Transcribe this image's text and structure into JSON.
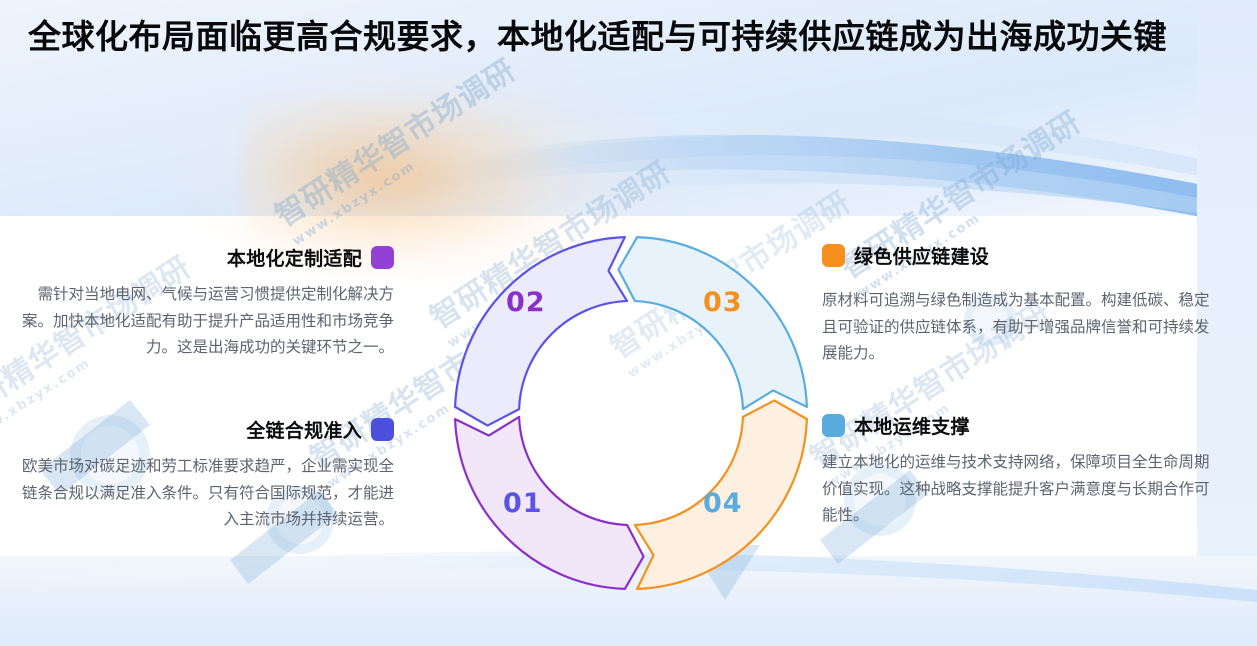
{
  "title": "全球化布局面临更高合规要求，本地化适配与可持续供应链成为出海成功关键",
  "watermark": {
    "cn": "智研精华智市场调研",
    "url": "www.xbzyx.com"
  },
  "colors": {
    "purple": "#9340D4",
    "indigo": "#5B52E8",
    "orange": "#F5901E",
    "blue": "#5BACDE",
    "title_text": "#08090b",
    "body_text": "#5d6470",
    "header_band": "#e4eefb"
  },
  "blocks": [
    {
      "id": "01",
      "title": "本地化定制适配",
      "body": "需针对当地电网、气候与运营习惯提供定制化解决方案。加快本地化适配有助于提升产品适用性和市场竞争力。这是出海成功的关键环节之一。",
      "swatch_color": "#9340D4",
      "align": "right"
    },
    {
      "id": "02",
      "title": "全链合规准入",
      "body": "欧美市场对碳足迹和劳工标准要求趋严，企业需实现全链条合规以满足准入条件。只有符合国际规范，才能进入主流市场并持续运营。",
      "swatch_color": "#4A50DC",
      "align": "right"
    },
    {
      "id": "03",
      "title": "绿色供应链建设",
      "body": "原材料可追溯与绿色制造成为基本配置。构建低碳、稳定且可验证的供应链体系，有助于增强品牌信誉和可持续发展能力。",
      "swatch_color": "#F5901E",
      "align": "left"
    },
    {
      "id": "04",
      "title": "本地运维支撑",
      "body": "建立本地化的运维与技术支持网络，保障项目全生命周期价值实现。这种战略支撑能提升客户满意度与长期合作可能性。",
      "swatch_color": "#5BACDE",
      "align": "left"
    }
  ],
  "ring": {
    "segments": [
      {
        "number": "01",
        "stroke": "#5B52E8",
        "fill": "#ecebfb",
        "label_color": "#5B52E8"
      },
      {
        "number": "02",
        "stroke": "#8B2FC9",
        "fill": "#f2e7f8",
        "label_color": "#8B2FC9"
      },
      {
        "number": "03",
        "stroke": "#F5901E",
        "fill": "#fdf0e0",
        "label_color": "#F5901E"
      },
      {
        "number": "04",
        "stroke": "#5BACDE",
        "fill": "#e7f2fb",
        "label_color": "#5BACDE"
      }
    ]
  }
}
